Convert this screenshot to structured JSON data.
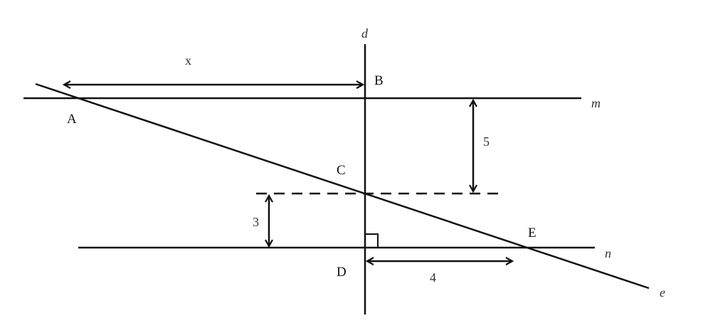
{
  "diagram": {
    "points": {
      "A": "A",
      "B": "B",
      "C": "C",
      "D": "D",
      "E": "E"
    },
    "lines": {
      "d": "d",
      "m": "m",
      "n": "n",
      "e": "e"
    },
    "measures": {
      "x": "x",
      "five": "5",
      "three": "3",
      "four": "4"
    },
    "colors": {
      "stroke": "#111111",
      "label": "#111111",
      "italic_label": "#333333"
    }
  }
}
